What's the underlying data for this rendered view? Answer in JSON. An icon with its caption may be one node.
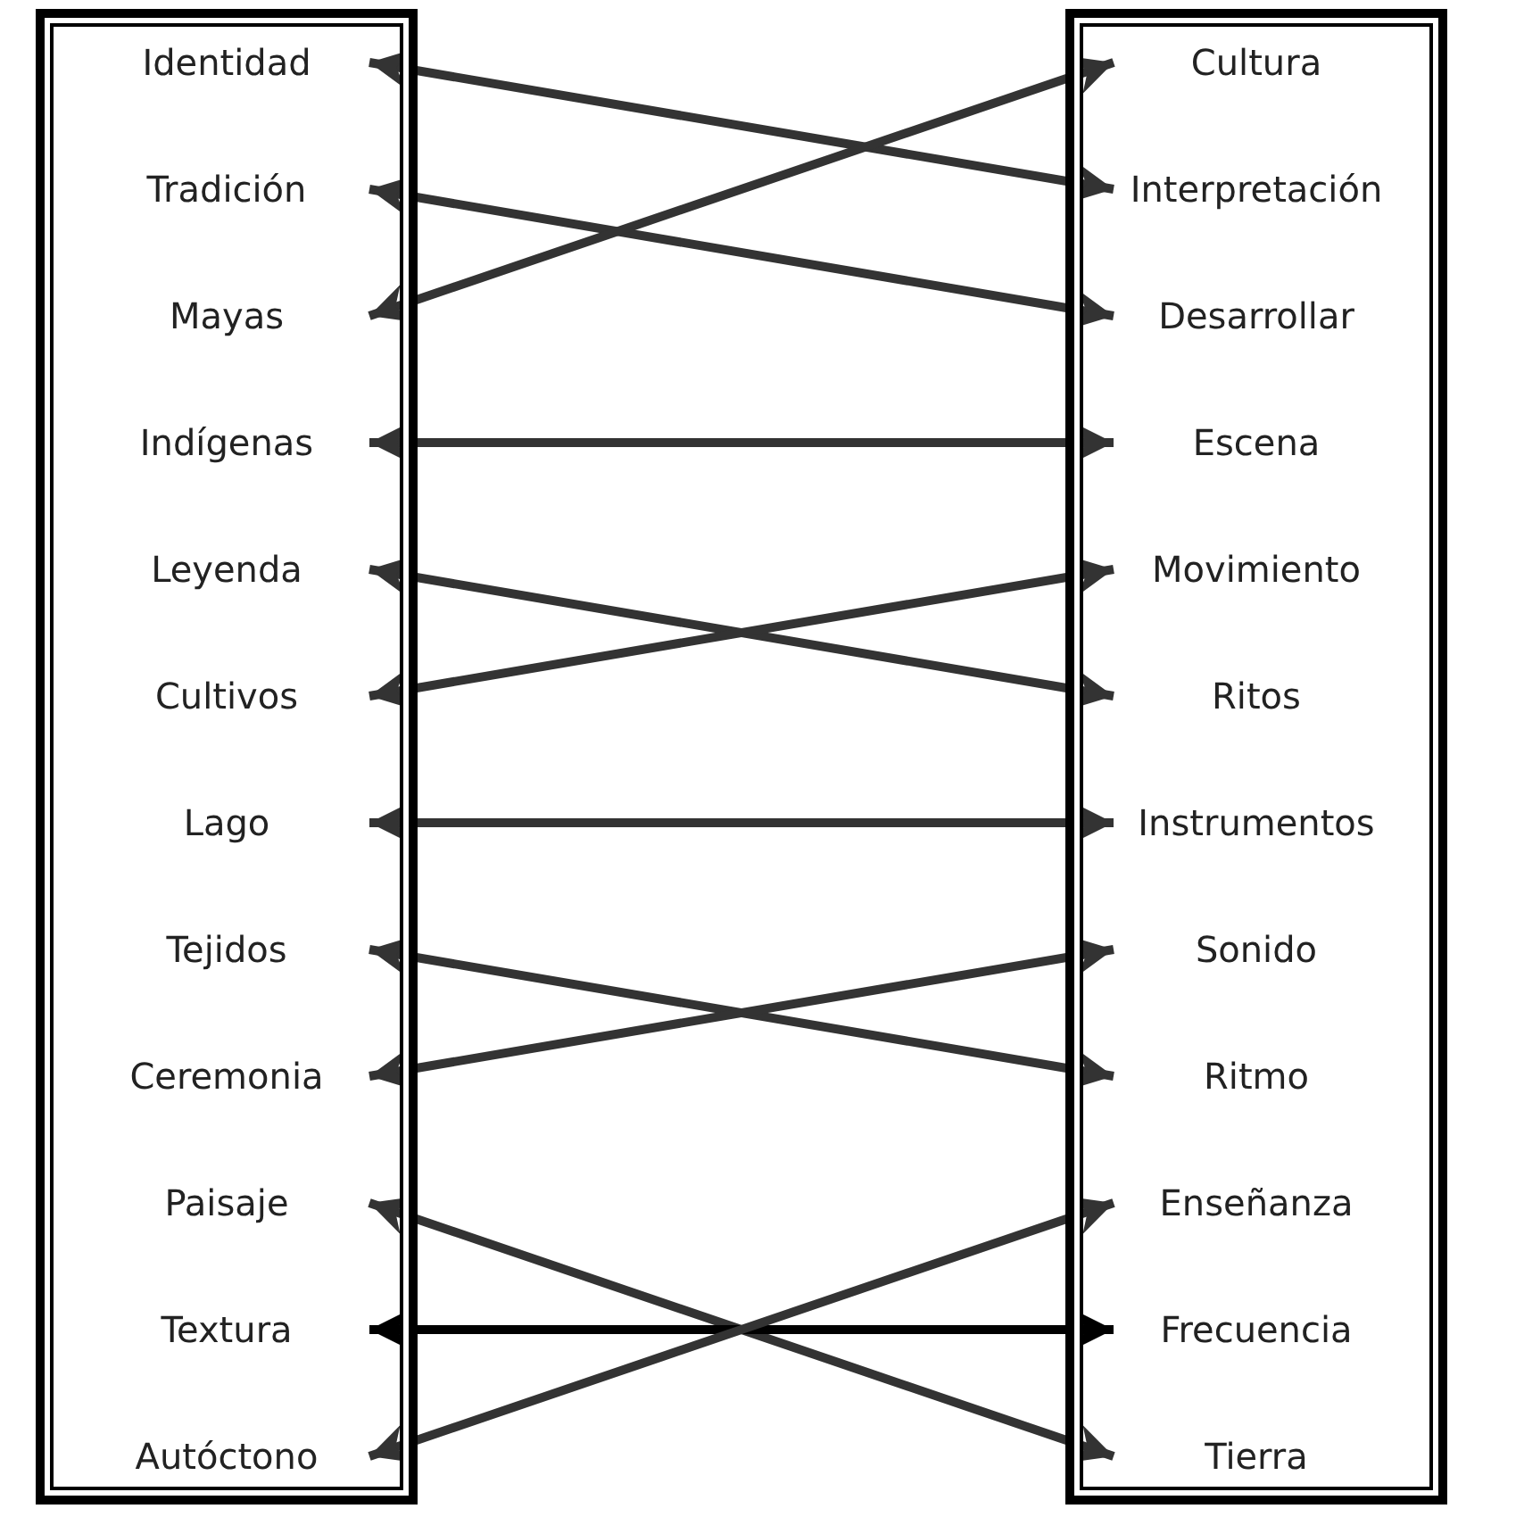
{
  "diagram": {
    "nodes": [
      {
        "text": [],
        "shape": "box"
      },
      {
        "text": [
          "Identidad"
        ],
        "in": 0
      },
      {
        "text": [
          "Tradición"
        ],
        "in": 0
      },
      {
        "text": [
          "Mayas"
        ],
        "in": 0
      },
      {
        "text": [
          "Indígenas"
        ],
        "in": 0
      },
      {
        "text": [
          "Leyenda"
        ],
        "in": 0
      },
      {
        "text": [
          "Cultivos"
        ],
        "in": 0
      },
      {
        "text": [
          "Lago"
        ],
        "in": 0
      },
      {
        "text": [
          "Tejidos"
        ],
        "in": 0
      },
      {
        "text": [
          "Ceremonia"
        ],
        "in": 0
      },
      {
        "text": [
          "Paisaje"
        ],
        "in": 0
      },
      {
        "text": [
          "Textura"
        ],
        "in": 0
      },
      {
        "text": [
          "Autóctono"
        ],
        "in": 0
      },
      {
        "text": [],
        "shape": "box"
      },
      {
        "text": [
          "Cultura"
        ],
        "in": 13
      },
      {
        "text": [
          "Interpretación"
        ],
        "in": 13
      },
      {
        "text": [
          "Desarrollar"
        ],
        "in": 13
      },
      {
        "text": [
          "Escena"
        ],
        "in": 13
      },
      {
        "text": [
          "Movimiento"
        ],
        "in": 13
      },
      {
        "text": [
          "Ritos"
        ],
        "in": 13
      },
      {
        "text": [
          "Instrumentos"
        ],
        "in": 13
      },
      {
        "text": [
          "Sonido"
        ],
        "in": 13
      },
      {
        "text": [
          "Ritmo"
        ],
        "in": 13
      },
      {
        "text": [
          "Enseñanza"
        ],
        "in": 13
      },
      {
        "text": [
          "Frecuencia"
        ],
        "in": 13
      },
      {
        "text": [
          "Tierra"
        ],
        "in": 13
      }
    ],
    "edges": [
      {
        "from": 1,
        "to": 15,
        "arrow": "both"
      },
      {
        "from": 2,
        "to": 16,
        "arrow": "both"
      },
      {
        "from": 3,
        "to": 14,
        "arrow": "both"
      },
      {
        "from": 4,
        "to": 17,
        "arrow": "both"
      },
      {
        "from": 5,
        "to": 19,
        "arrow": "both"
      },
      {
        "from": 6,
        "to": 18,
        "arrow": "both"
      },
      {
        "from": 7,
        "to": 20,
        "arrow": "both"
      },
      {
        "from": 8,
        "to": 22,
        "arrow": "both"
      },
      {
        "from": 9,
        "to": 21,
        "arrow": "both"
      },
      {
        "from": 10,
        "to": 25,
        "arrow": "both"
      },
      {
        "from": 11,
        "to": 24,
        "arrow": "both",
        "color": "#000000"
      },
      {
        "from": 12,
        "to": 23,
        "arrow": "both"
      }
    ]
  }
}
